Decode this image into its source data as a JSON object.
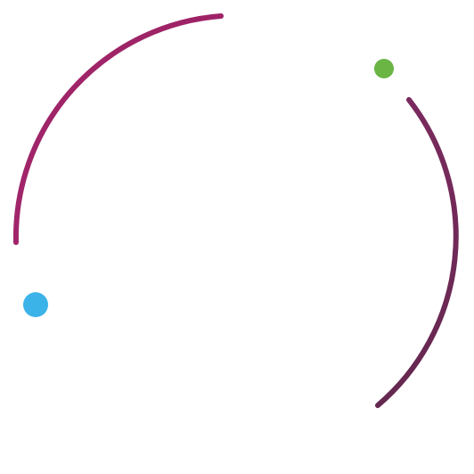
{
  "colors": {
    "background": "#ffffff",
    "arc_upper_left": "#a0256a",
    "arc_right": "#6e2656",
    "dot_green": "#6bb545",
    "dot_blue": "#3bb3e8"
  },
  "elements": {
    "arcs": [
      "arc-upper-left",
      "arc-right"
    ],
    "dots": [
      "dot-green",
      "dot-blue"
    ]
  }
}
